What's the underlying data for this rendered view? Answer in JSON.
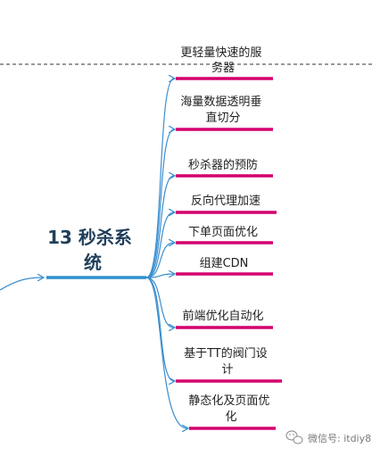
{
  "central_topic": {
    "lines": [
      "13 秒杀系",
      "统"
    ]
  },
  "branches": [
    {
      "lines": [
        "更轻量快速的服",
        "务器"
      ]
    },
    {
      "lines": [
        "海量数据透明垂",
        "直切分"
      ]
    },
    {
      "lines": [
        "秒杀器的预防"
      ]
    },
    {
      "lines": [
        "反向代理加速"
      ]
    },
    {
      "lines": [
        "下单页面优化"
      ]
    },
    {
      "lines": [
        "组建CDN"
      ]
    },
    {
      "lines": [
        "前端优化自动化"
      ]
    },
    {
      "lines": [
        "基于TT的阀门设",
        "计"
      ]
    },
    {
      "lines": [
        "静态化及页面优",
        "化"
      ]
    }
  ],
  "watermark": {
    "icon": "wechat-icon",
    "text": "微信号: itdiy8"
  },
  "colors": {
    "connector": "#3a8fd0",
    "central_underline": "#2e8fd0",
    "branch_underline": "#d4006e",
    "dashed_line": "#333333"
  }
}
